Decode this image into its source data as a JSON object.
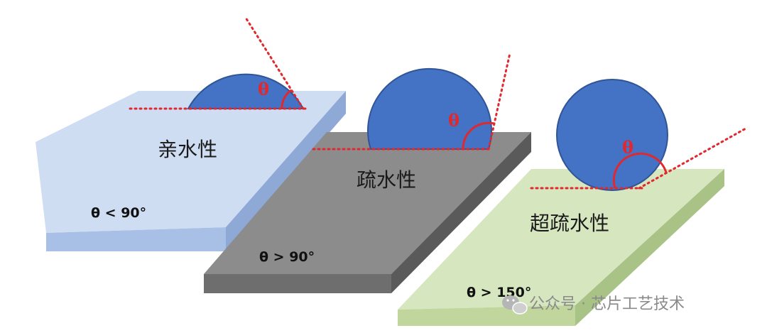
{
  "colors": {
    "drop": "#4472c4",
    "drop_edge": "#2f5597",
    "angle": "#e0282e",
    "hydrophilic_top": "#cfddf3",
    "hydrophilic_front": "#a9c0e6",
    "hydrophilic_side": "#8ea9d6",
    "hydrophobic_top": "#8c8c8c",
    "hydrophobic_front": "#6e6e6e",
    "hydrophobic_side": "#5a5a5a",
    "superhydrophobic_top": "#d6e6bf",
    "superhydrophobic_front": "#c0d69d",
    "superhydrophobic_side": "#a9c286"
  },
  "panels": [
    {
      "id": "hydrophilic",
      "label": "亲水性",
      "condition": "θ < 90°",
      "theta_symbol": "θ"
    },
    {
      "id": "hydrophobic",
      "label": "疏水性",
      "condition": "θ > 90°",
      "theta_symbol": "θ"
    },
    {
      "id": "superhydrophobic",
      "label": "超疏水性",
      "condition": "θ > 150°",
      "theta_symbol": "θ"
    }
  ],
  "watermark": {
    "text": "公众号 · 芯片工艺技术",
    "icon": "wechat-icon"
  }
}
